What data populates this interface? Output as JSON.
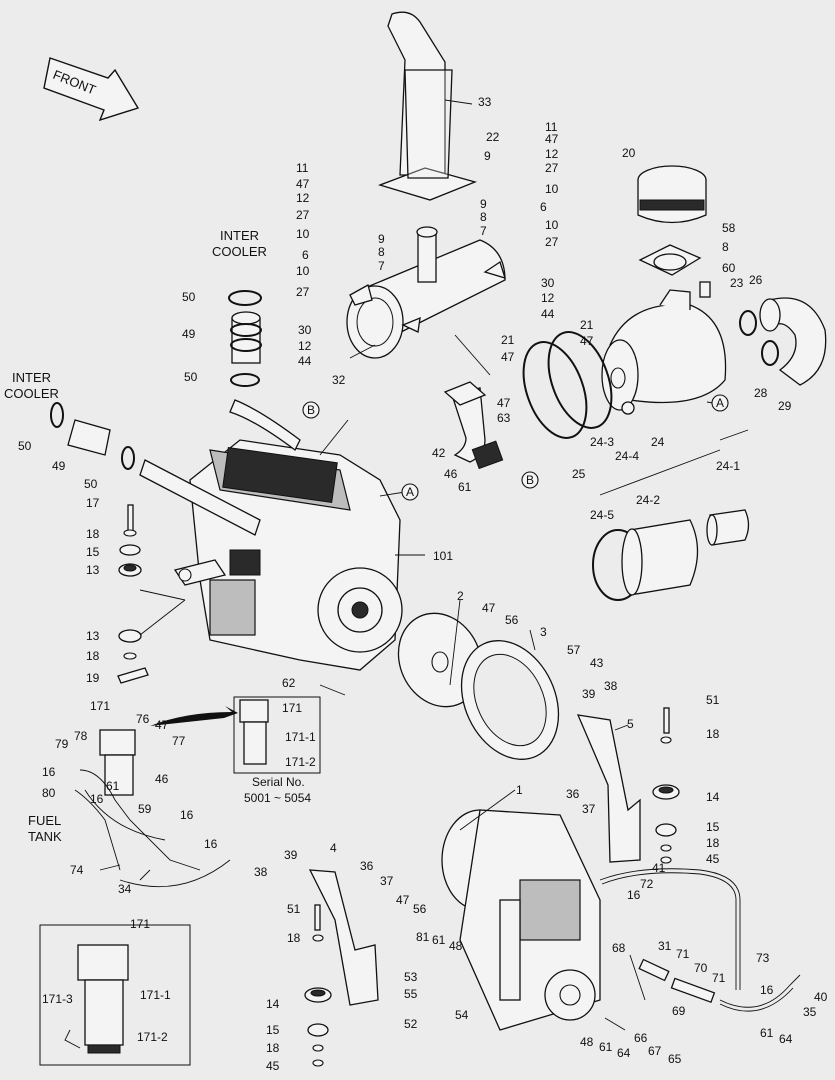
{
  "diagram": {
    "front_arrow_label": "FRONT",
    "inter_cooler_top": [
      "INTER",
      "COOLER"
    ],
    "inter_cooler_left": [
      "INTER",
      "COOLER"
    ],
    "fuel_tank": [
      "FUEL",
      "TANK"
    ],
    "serial_box": {
      "title_lines": [
        "Serial No.",
        "5001 ~ 5054"
      ],
      "labels": [
        "171",
        "171-1",
        "171-2"
      ]
    },
    "inset_box": {
      "top": "171",
      "labels": [
        "171-1",
        "171-2",
        "171-3"
      ]
    },
    "callouts": {
      "A1": "A",
      "A2": "A",
      "B1": "B",
      "B2": "B"
    },
    "part_numbers": [
      "33",
      "22",
      "9",
      "11",
      "47",
      "12",
      "27",
      "10",
      "6",
      "9",
      "8",
      "10",
      "7",
      "27",
      "11",
      "47",
      "12",
      "27",
      "10",
      "6",
      "9",
      "8",
      "7",
      "10",
      "27",
      "30",
      "12",
      "44",
      "30",
      "12",
      "44",
      "32",
      "20",
      "58",
      "8",
      "60",
      "23",
      "26",
      "28",
      "29",
      "21",
      "47",
      "21",
      "47",
      "24-3",
      "24-4",
      "24",
      "25",
      "47",
      "63",
      "42",
      "46",
      "61",
      "24-1",
      "24-2",
      "24-5",
      "50",
      "49",
      "50",
      "50",
      "49",
      "50",
      "17",
      "18",
      "15",
      "13",
      "13",
      "18",
      "19",
      "101",
      "2",
      "47",
      "56",
      "3",
      "57",
      "43",
      "39",
      "38",
      "62",
      "51",
      "18",
      "5",
      "14",
      "15",
      "18",
      "45",
      "36",
      "37",
      "1",
      "41",
      "72",
      "16",
      "171",
      "76",
      "47",
      "77",
      "79",
      "78",
      "16",
      "61",
      "46",
      "80",
      "16",
      "59",
      "16",
      "74",
      "34",
      "16",
      "38",
      "39",
      "4",
      "36",
      "37",
      "47",
      "56",
      "51",
      "18",
      "14",
      "15",
      "18",
      "45",
      "81",
      "61",
      "48",
      "53",
      "55",
      "54",
      "52",
      "68",
      "31",
      "71",
      "70",
      "71",
      "73",
      "16",
      "40",
      "35",
      "61",
      "64",
      "69",
      "66",
      "67",
      "65",
      "48",
      "61",
      "64"
    ]
  }
}
